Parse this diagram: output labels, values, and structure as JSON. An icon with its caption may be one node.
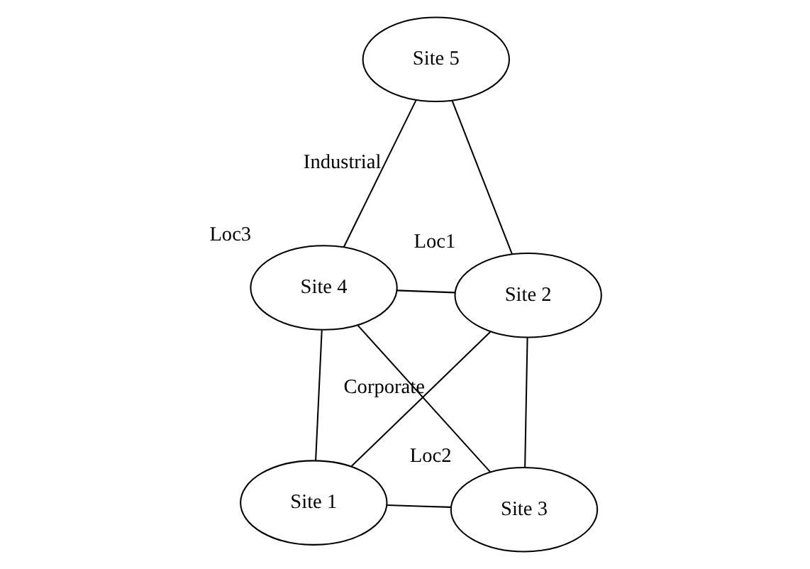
{
  "diagram": {
    "nodes": [
      {
        "text": [
          "Site 4"
        ],
        "beside": [
          "Loc3"
        ]
      },
      {
        "text": [
          "Site 5"
        ]
      },
      {
        "text": [
          "Site 1"
        ]
      },
      {
        "text": [
          "Site 2"
        ],
        "beside": [
          "Loc1"
        ]
      },
      {
        "text": [
          "Site 3"
        ],
        "beside": [
          "Loc2"
        ]
      }
    ],
    "edges": [
      {
        "from": 0,
        "to": 1,
        "arrow": "none",
        "label": "Industrial"
      },
      {
        "from": 0,
        "to": 3,
        "arrow": "none"
      },
      {
        "from": 0,
        "to": 2,
        "arrow": "none"
      },
      {
        "from": 0,
        "to": 4,
        "arrow": "none",
        "label": "Corporate"
      },
      {
        "from": 1,
        "to": 3,
        "arrow": "none"
      },
      {
        "from": 2,
        "to": 3,
        "arrow": "none"
      },
      {
        "from": 2,
        "to": 4,
        "arrow": "none"
      },
      {
        "from": 3,
        "to": 4,
        "arrow": "none"
      }
    ]
  }
}
